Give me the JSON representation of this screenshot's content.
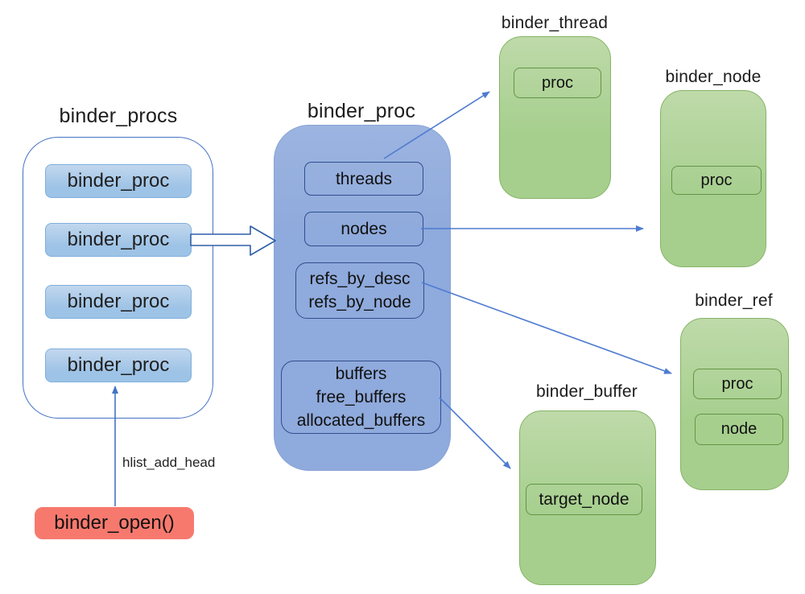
{
  "binder_procs": {
    "title": "binder_procs",
    "items": [
      {
        "label": "binder_proc"
      },
      {
        "label": "binder_proc"
      },
      {
        "label": "binder_proc"
      },
      {
        "label": "binder_proc"
      }
    ]
  },
  "binder_proc_detail": {
    "title": "binder_proc",
    "threads": "threads",
    "nodes": "nodes",
    "refs_line1": "refs_by_desc",
    "refs_line2": "refs_by_node",
    "buffers_line1": "buffers",
    "buffers_line2": "free_buffers",
    "buffers_line3": "allocated_buffers"
  },
  "binder_thread": {
    "title": "binder_thread",
    "proc": "proc"
  },
  "binder_node": {
    "title": "binder_node",
    "proc": "proc"
  },
  "binder_ref": {
    "title": "binder_ref",
    "proc": "proc",
    "node": "node"
  },
  "binder_buffer": {
    "title": "binder_buffer",
    "target_node": "target_node"
  },
  "binder_open": {
    "label": "binder_open()"
  },
  "edge_labels": {
    "hlist_add_head": "hlist_add_head"
  },
  "colors": {
    "container_border_blue": "#4472c4",
    "proc_item_fill": "#9dc3e6",
    "detail_panel_fill": "#8faadc",
    "detail_field_border": "#2f4f8f",
    "green_fill": "#a6cf8e",
    "green_border": "#85b465",
    "green_field_border": "#649544",
    "red_fill": "#f7796e",
    "arrow_blue": "#4f7bd0"
  }
}
